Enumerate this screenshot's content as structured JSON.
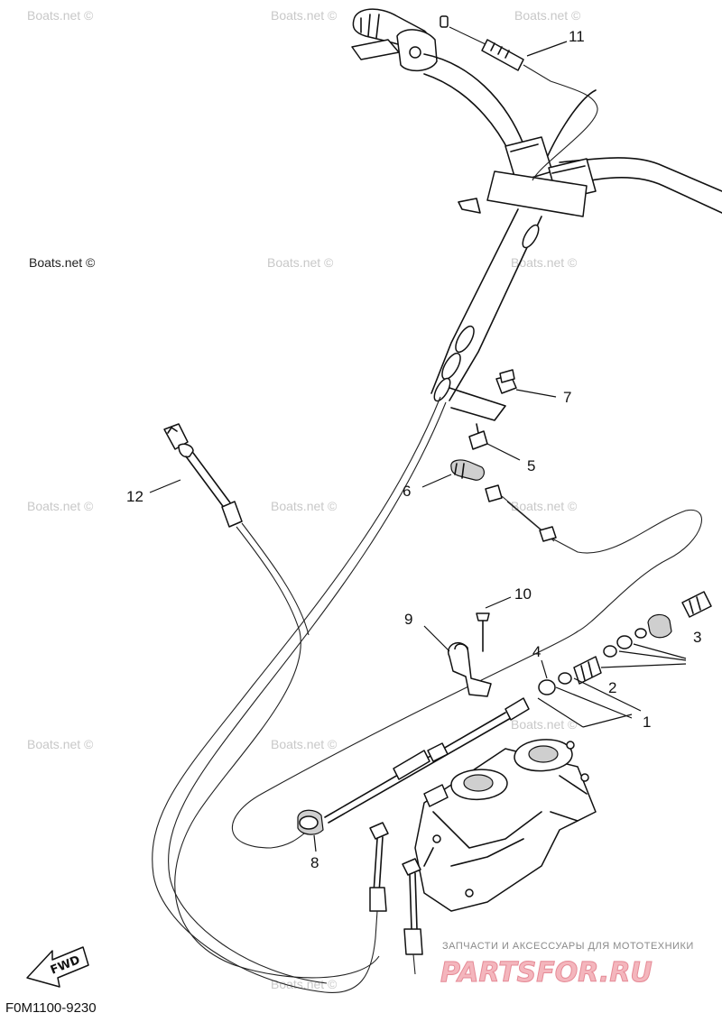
{
  "watermarks": [
    "Boats.net ©",
    "Boats.net ©",
    "Boats.net ©",
    "Boats.net ©",
    "Boats.net ©",
    "Boats.net ©",
    "Boats.net ©",
    "Boats.net ©",
    "Boats.net ©",
    "Boats.net ©",
    "Boats.net ©",
    "Boats.net ©",
    "Boats.net ©"
  ],
  "callouts": {
    "c1": "1",
    "c2": "2",
    "c3": "3",
    "c4": "4",
    "c5": "5",
    "c6": "6",
    "c7": "7",
    "c8": "8",
    "c9": "9",
    "c10": "10",
    "c11": "11",
    "c12": "12"
  },
  "fwd_label": "FWD",
  "figure_code": "F0M1100-9230",
  "promo": {
    "tagline": "ЗАПЧАСТИ И АКСЕССУАРЫ ДЛЯ МОТОТЕХНИКИ",
    "brand": "PARTSFOR.RU"
  }
}
